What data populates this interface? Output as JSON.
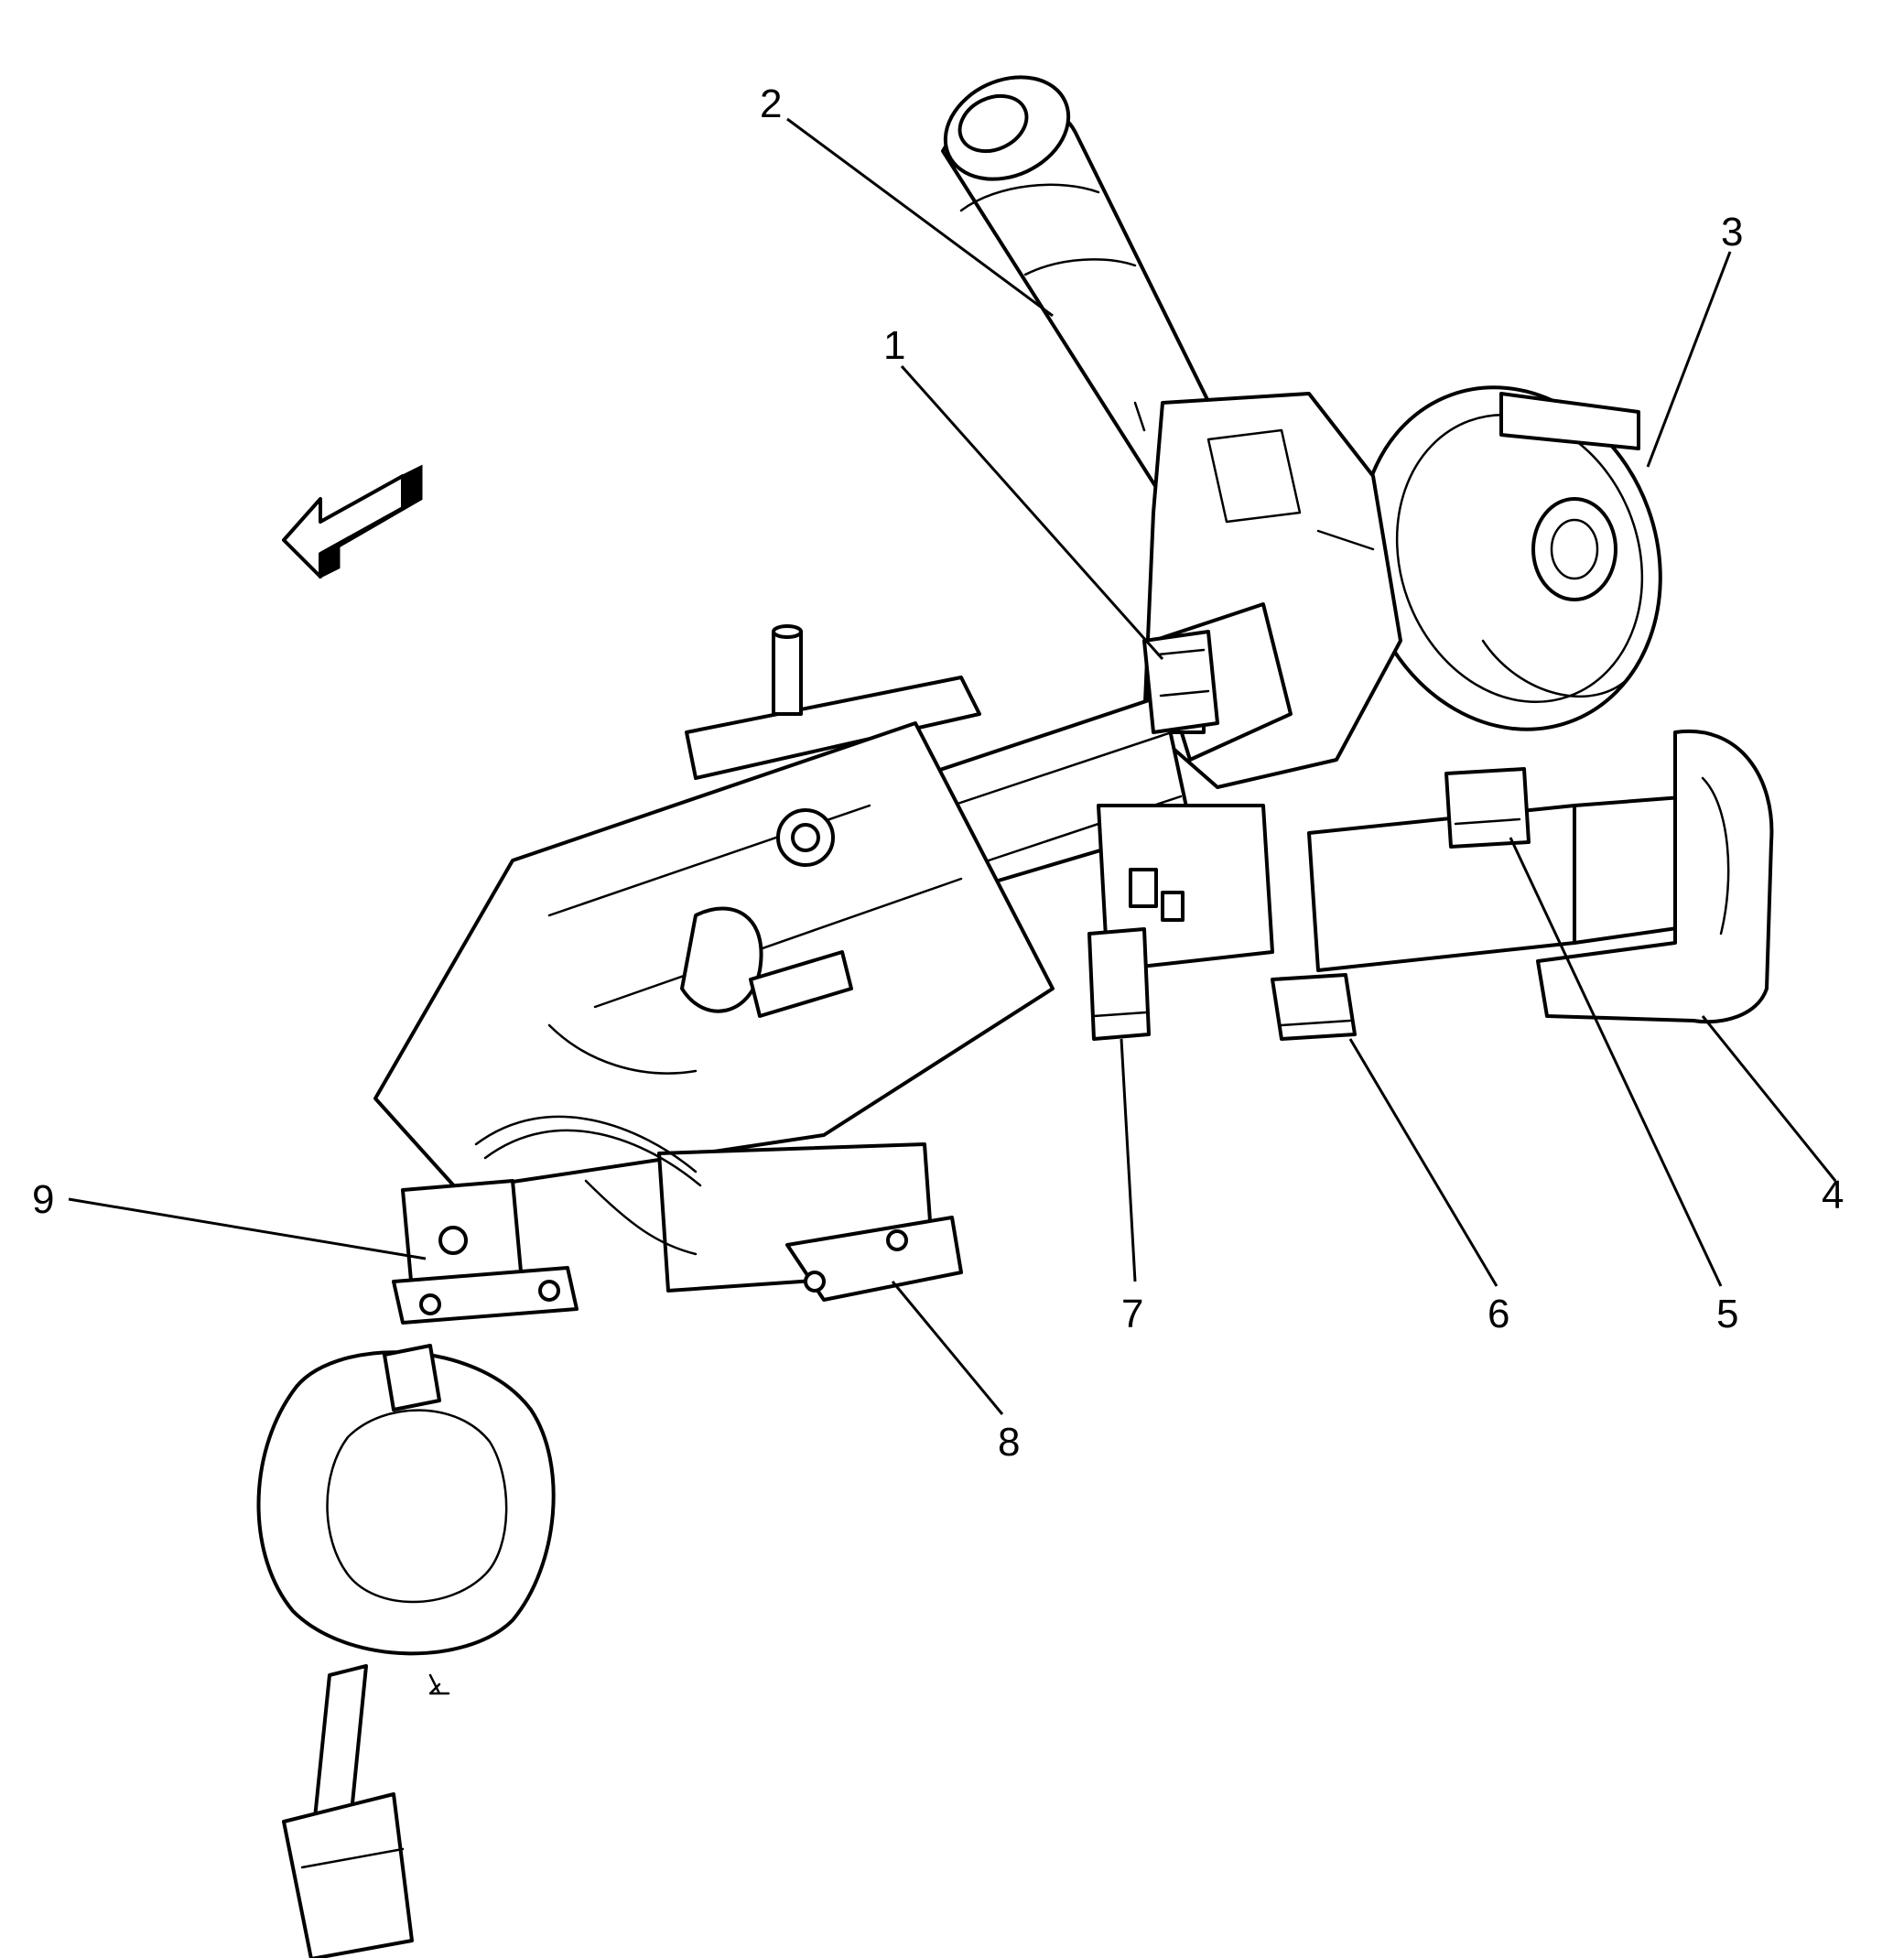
{
  "callouts": [
    {
      "id": "1",
      "label": "1"
    },
    {
      "id": "2",
      "label": "2"
    },
    {
      "id": "3",
      "label": "3"
    },
    {
      "id": "4",
      "label": "4"
    },
    {
      "id": "5",
      "label": "5"
    },
    {
      "id": "6",
      "label": "6"
    },
    {
      "id": "7",
      "label": "7"
    },
    {
      "id": "8",
      "label": "8"
    },
    {
      "id": "9",
      "label": "9"
    }
  ],
  "icons": {
    "direction_arrow": "front-direction-arrow-icon"
  },
  "colors": {
    "line": "#000000",
    "background": "#ffffff"
  }
}
